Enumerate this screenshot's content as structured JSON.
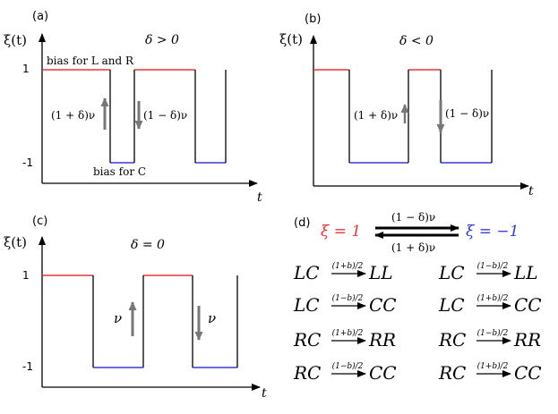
{
  "panels": {
    "a": {
      "label": "(a)",
      "ylabel": "ξ(t)",
      "xlabel": "t",
      "condition": "δ > 0",
      "tick_top": "1",
      "tick_bottom": "-1",
      "annot_top": "bias for L and R",
      "annot_bottom": "bias for C",
      "rate_up": "(1 + δ)ν",
      "rate_down": "(1 − δ)ν"
    },
    "b": {
      "label": "(b)",
      "ylabel": "ξ(t)",
      "xlabel": "t",
      "condition": "δ < 0",
      "rate_up": "(1 + δ)ν",
      "rate_down": "(1 − δ)ν"
    },
    "c": {
      "label": "(c)",
      "ylabel": "ξ(t)",
      "xlabel": "t",
      "condition": "δ = 0",
      "tick_top": "1",
      "tick_bottom": "-1",
      "rate_up": "ν",
      "rate_down": "ν"
    },
    "d": {
      "label": "(d)",
      "state_plus": "ξ = 1",
      "state_minus": "ξ = −1",
      "rate_forward": "(1 − δ)ν",
      "rate_backward": "(1 + δ)ν",
      "left_reactions": [
        {
          "from": "LC",
          "rate": "(1+b)/2",
          "to": "LL"
        },
        {
          "from": "LC",
          "rate": "(1−b)/2",
          "to": "CC"
        },
        {
          "from": "RC",
          "rate": "(1+b)/2",
          "to": "RR"
        },
        {
          "from": "RC",
          "rate": "(1−b)/2",
          "to": "CC"
        }
      ],
      "right_reactions": [
        {
          "from": "LC",
          "rate": "(1−b)/2",
          "to": "LL"
        },
        {
          "from": "LC",
          "rate": "(1+b)/2",
          "to": "CC"
        },
        {
          "from": "RC",
          "rate": "(1−b)/2",
          "to": "RR"
        },
        {
          "from": "RC",
          "rate": "(1+b)/2",
          "to": "CC"
        }
      ]
    }
  },
  "colors": {
    "high": "#e8343a",
    "low": "#3a3ae0",
    "line": "#000000",
    "arrow": "#777777"
  }
}
